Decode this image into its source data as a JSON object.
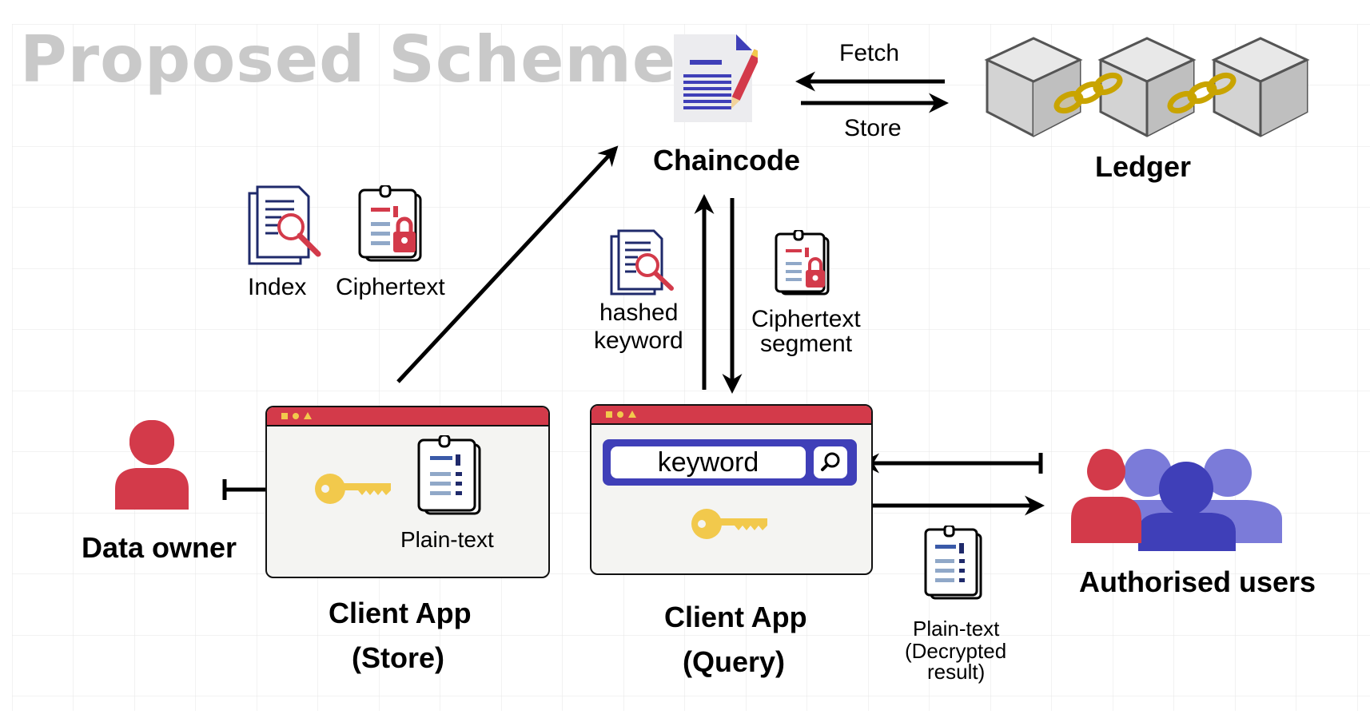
{
  "title": "Proposed Scheme",
  "labels": {
    "fetch": "Fetch",
    "store": "Store",
    "chaincode": "Chaincode",
    "ledger": "Ledger",
    "index": "Index",
    "ciphertext": "Ciphertext",
    "hashed_keyword_line1": "hashed",
    "hashed_keyword_line2": "keyword",
    "ciphertext_segment_line1": "Ciphertext",
    "ciphertext_segment_line2": "segment",
    "data_owner": "Data owner",
    "plain_text": "Plain-text",
    "client_store_line1": "Client App",
    "client_store_line2": "(Store)",
    "client_query_line1": "Client App",
    "client_query_line2": "(Query)",
    "keyword": "keyword",
    "authorised_users": "Authorised users",
    "result_line1": "Plain-text",
    "result_line2": "(Decrypted",
    "result_line3": "result)"
  },
  "colors": {
    "red": "#d33a4a",
    "purple_dark": "#3f3fb8",
    "purple_light": "#7b7bd9",
    "gold": "#f2c94c",
    "navy": "#1f2a6b",
    "title_gray": "#c9c9c9"
  },
  "icons": [
    "document-pen-icon",
    "block-cube-icon",
    "chain-link-icon",
    "search-document-icon",
    "locked-document-icon",
    "user-icon",
    "key-icon",
    "magnifier-icon",
    "users-group-icon",
    "document-icon"
  ]
}
